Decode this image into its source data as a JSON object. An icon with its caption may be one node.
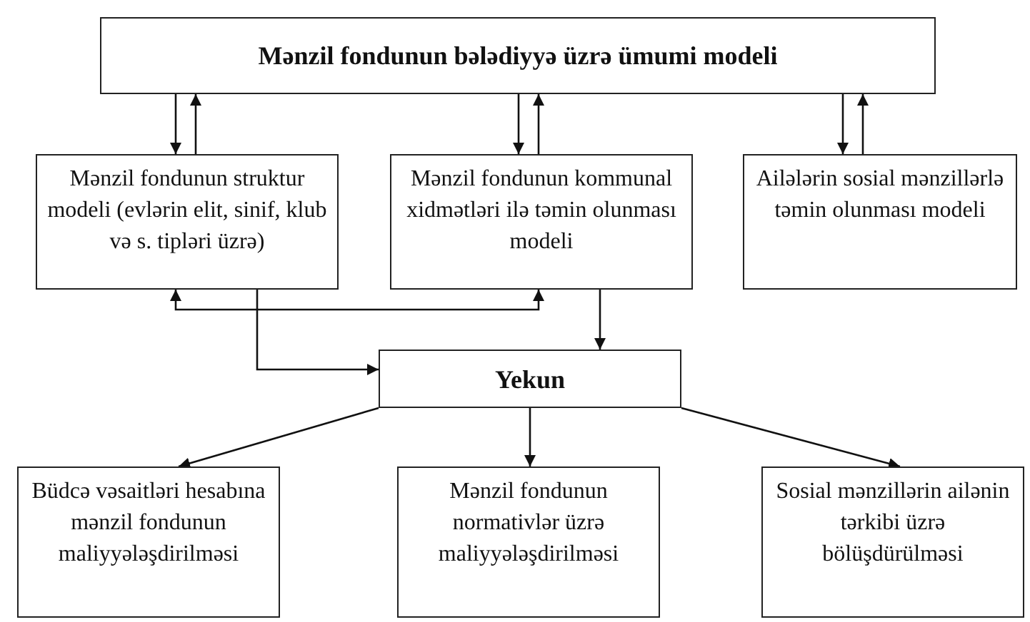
{
  "diagram": {
    "nodes": [
      {
        "text": [
          "Mənzil fondunun bələdiyyə üzrə ümumi modeli"
        ]
      },
      {
        "text": [
          "Mənzil fondunun struktur modeli (evlərin elit, sinif, klub və s. tipləri üzrə)"
        ]
      },
      {
        "text": [
          "Mənzil fondunun kommunal xidmətləri ilə təmin olunması modeli"
        ]
      },
      {
        "text": [
          "Ailələrin sosial mənzillərlə təmin olunması modeli"
        ]
      },
      {
        "text": [
          "Yekun"
        ]
      },
      {
        "text": [
          "Büdcə vəsaitləri hesabına mənzil fondunun maliyyələşdirilməsi"
        ]
      },
      {
        "text": [
          "Mənzil fondunun normativlər üzrə maliyyələşdirilməsi"
        ]
      },
      {
        "text": [
          "Sosial mənzillərin ailənin tərkibi üzrə bölüşdürülməsi"
        ]
      }
    ],
    "edges": [
      {
        "from": 0,
        "to": 1,
        "arrow": "to"
      },
      {
        "from": 1,
        "to": 0,
        "arrow": "to"
      },
      {
        "from": 0,
        "to": 2,
        "arrow": "to"
      },
      {
        "from": 2,
        "to": 0,
        "arrow": "to"
      },
      {
        "from": 0,
        "to": 3,
        "arrow": "to"
      },
      {
        "from": 3,
        "to": 0,
        "arrow": "to"
      },
      {
        "from": 1,
        "to": 2,
        "arrow": "both"
      },
      {
        "from": 1,
        "to": 4,
        "arrow": "to"
      },
      {
        "from": 2,
        "to": 4,
        "arrow": "to"
      },
      {
        "from": 4,
        "to": 5,
        "arrow": "to"
      },
      {
        "from": 4,
        "to": 6,
        "arrow": "to"
      },
      {
        "from": 4,
        "to": 7,
        "arrow": "to"
      }
    ]
  }
}
